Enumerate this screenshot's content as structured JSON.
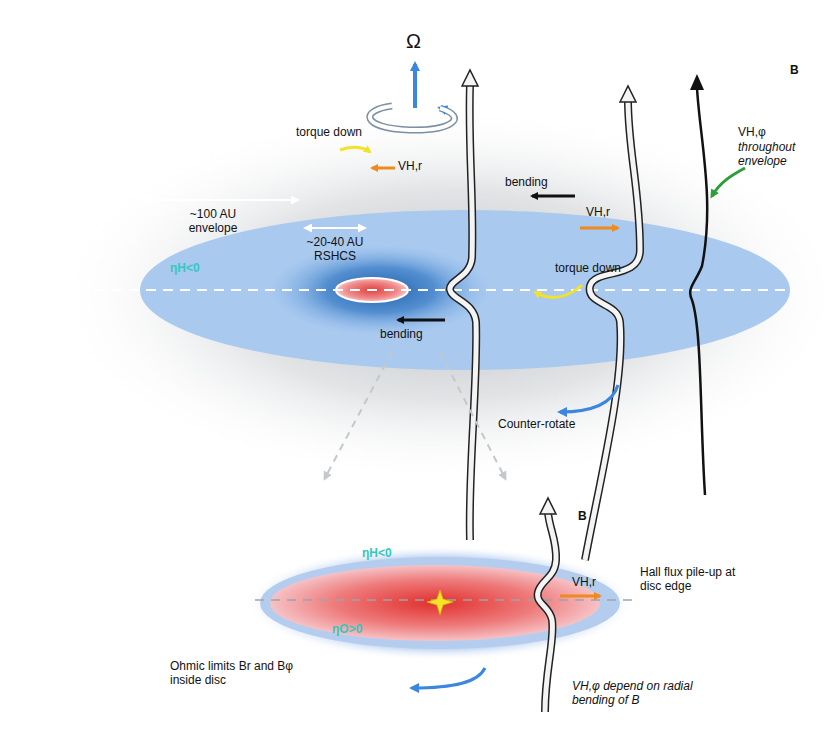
{
  "diagram": {
    "labels": [
      "Ω",
      "B",
      "VH,φ",
      "throughout envelope",
      "torque down",
      "VH,r",
      "~100 AU envelope",
      "~20-40 AU RSHCS",
      "ηH<0",
      "bending",
      "bending",
      "VH,r",
      "torque down",
      "Counter-rotate",
      "B",
      "ηH<0",
      "Hall flux pile-up at disc edge",
      "VH,r",
      "ηO>0",
      "Ohmic limits Br and Bφ inside disc",
      "VH,φ depend on radial bending of B"
    ]
  }
}
